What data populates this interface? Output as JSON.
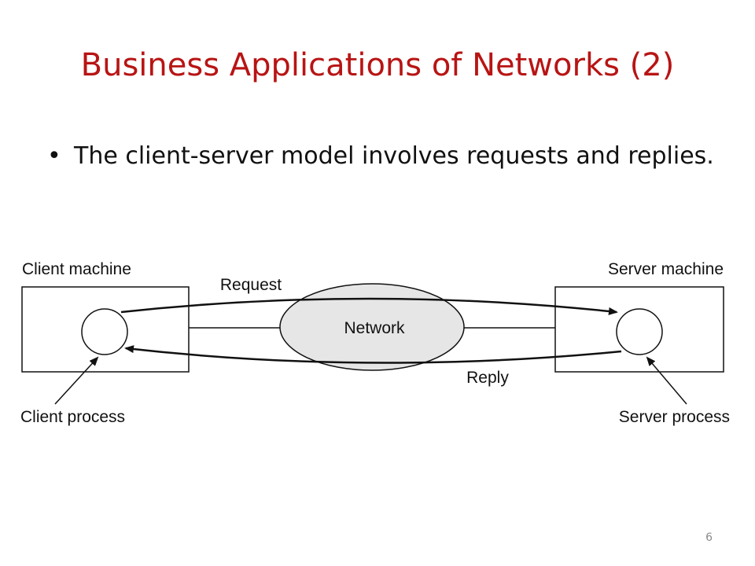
{
  "slide": {
    "title": "Business Applications of Networks (2)",
    "bullets": [
      "The client-server model involves requests and replies."
    ],
    "page_number": "6",
    "title_color": "#b81414"
  },
  "diagram": {
    "client_machine_label": "Client machine",
    "server_machine_label": "Server machine",
    "network_label": "Network",
    "request_label": "Request",
    "reply_label": "Reply",
    "client_process_label": "Client process",
    "server_process_label": "Server process",
    "network_fill": "#e6e6e6"
  }
}
